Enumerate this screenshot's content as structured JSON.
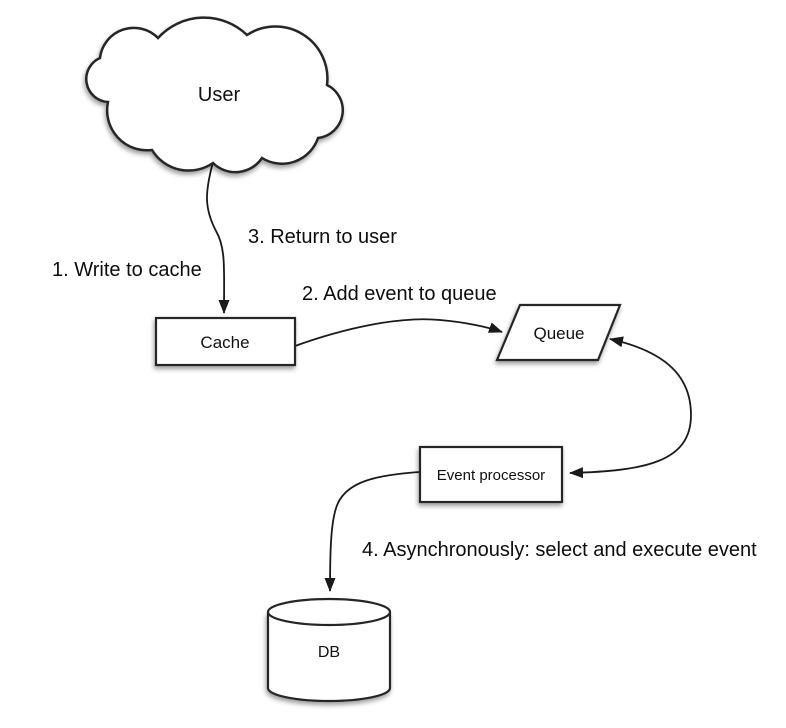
{
  "nodes": {
    "user": {
      "label": "User",
      "shape": "cloud"
    },
    "cache": {
      "label": "Cache",
      "shape": "rectangle"
    },
    "queue": {
      "label": "Queue",
      "shape": "parallelogram"
    },
    "event_processor": {
      "label": "Event processor",
      "shape": "rectangle"
    },
    "db": {
      "label": "DB",
      "shape": "cylinder"
    }
  },
  "edges": [
    {
      "id": "user-to-cache",
      "labels": [
        "1. Write to cache",
        "3. Return to user"
      ]
    },
    {
      "id": "cache-to-queue",
      "labels": [
        "2. Add event to queue"
      ]
    },
    {
      "id": "queue-eventprocessor-double-arrow",
      "labels": []
    },
    {
      "id": "eventprocessor-to-db",
      "labels": [
        "4. Asynchronously: select and execute event"
      ]
    }
  ],
  "colors": {
    "background": "#ffffff",
    "shape_fill": "#ffffff",
    "stroke": "#1a1a1a",
    "text": "#111111"
  }
}
